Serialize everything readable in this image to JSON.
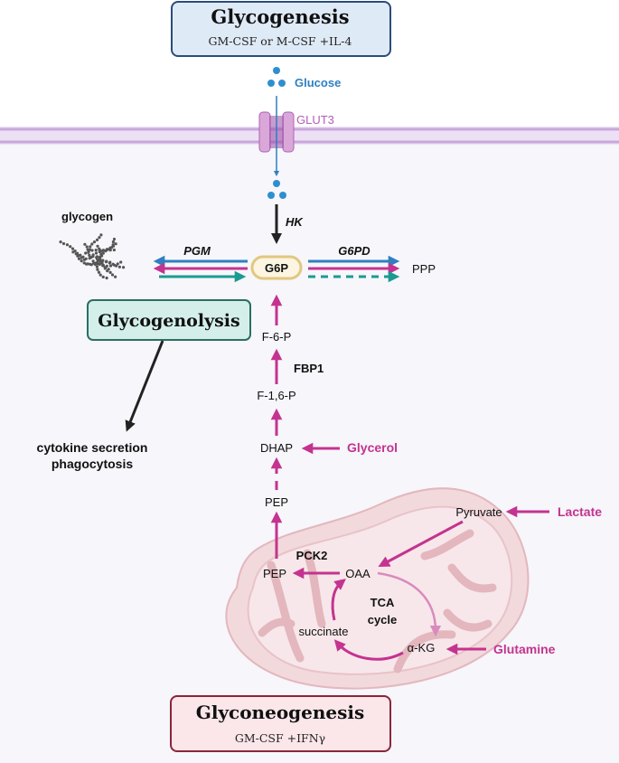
{
  "header": {
    "title": "Glycogenesis",
    "subtitle": "GM-CSF or M-CSF +IL-4"
  },
  "footer": {
    "title": "Glyconeogenesis",
    "subtitle": "GM-CSF +IFNγ"
  },
  "labels": {
    "glucose": "Glucose",
    "glut3": "GLUT3",
    "hk": "HK",
    "glycogen": "glycogen",
    "pgm": "PGM",
    "g6p": "G6P",
    "g6pd": "G6PD",
    "ppp": "PPP",
    "glycogenolysis": "Glycogenolysis",
    "cytokine": "cytokine secretion",
    "phagocytosis": "phagocytosis",
    "f6p": "F-6-P",
    "fbp1": "FBP1",
    "f16p": "F-1,6-P",
    "dhap": "DHAP",
    "glycerol": "Glycerol",
    "pep_top": "PEP",
    "pyruvate": "Pyruvate",
    "lactate": "Lactate",
    "pck2": "PCK2",
    "pep_mito": "PEP",
    "oaa": "OAA",
    "tca_line1": "TCA",
    "tca_line2": "cycle",
    "succinate": "succinate",
    "akg": "α-KG",
    "glutamine": "Glutamine"
  },
  "colors": {
    "magenta": "#c4338f",
    "blue": "#2f7fc1",
    "teal": "#1b9a92",
    "purple_membrane": "#c9a6dc",
    "glut_purple": "#b25fb7",
    "mito_fill": "#f2d9dc",
    "mito_stroke": "#e3b7bd",
    "header_fill": "#dfeaf7",
    "header_stroke": "#2a4c7a",
    "footer_fill": "#fbe6ea",
    "footer_stroke": "#8c2438",
    "glycogenolysis_fill": "#d4efea",
    "glycogenolysis_stroke": "#2c6e63",
    "g6p_fill": "#fbf5e2",
    "g6p_stroke": "#e2c77f"
  }
}
